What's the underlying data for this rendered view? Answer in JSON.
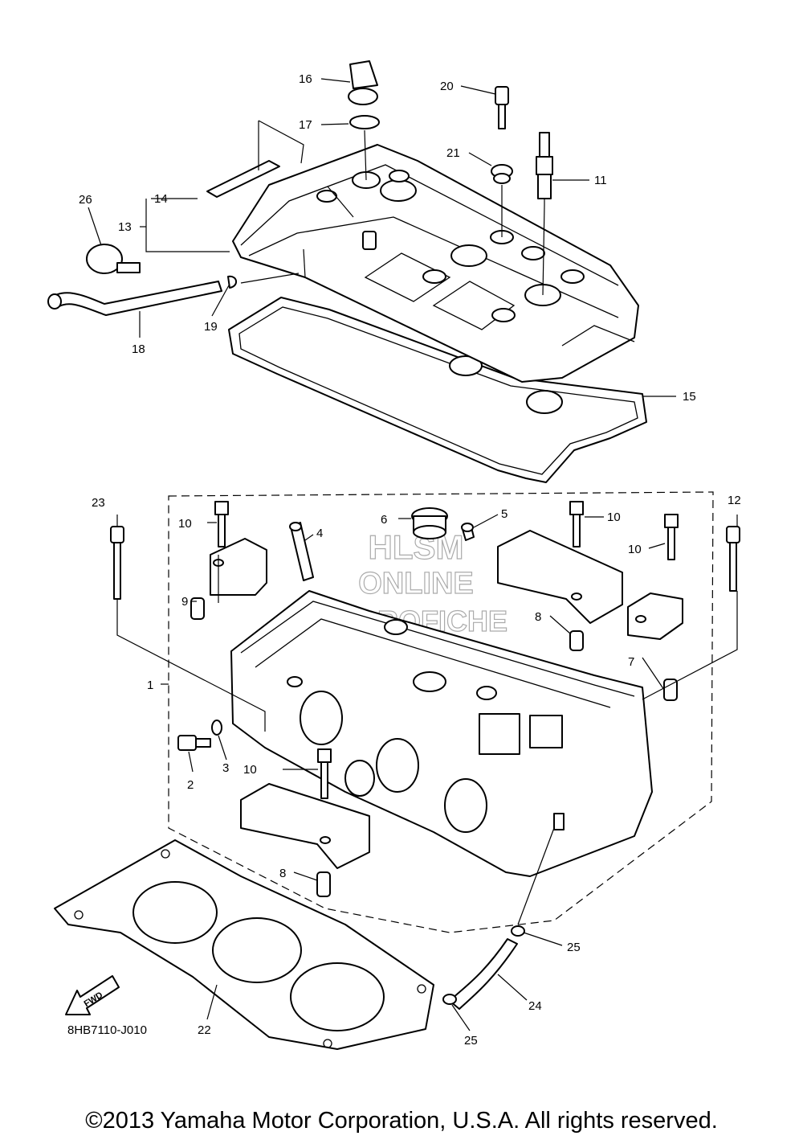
{
  "diagram_code": "8HB7110-J010",
  "fwd_arrow_label": "FWD",
  "watermark": [
    "HLSM",
    "ONLINE",
    "MICROFICHE"
  ],
  "copyright": "©2013 Yamaha Motor Corporation, U.S.A. All rights reserved.",
  "callouts": {
    "c1": "1",
    "c2": "2",
    "c3": "3",
    "c4": "4",
    "c5": "5",
    "c6": "6",
    "c7": "7",
    "c8a": "8",
    "c8b": "8",
    "c9": "9",
    "c10a": "10",
    "c10b": "10",
    "c10c": "10",
    "c10d": "10",
    "c11": "11",
    "c12": "12",
    "c13": "13",
    "c14": "14",
    "c15": "15",
    "c16": "16",
    "c17": "17",
    "c18": "18",
    "c19": "19",
    "c20": "20",
    "c21": "21",
    "c22": "22",
    "c23": "23",
    "c24": "24",
    "c25a": "25",
    "c25b": "25",
    "c26": "26"
  }
}
